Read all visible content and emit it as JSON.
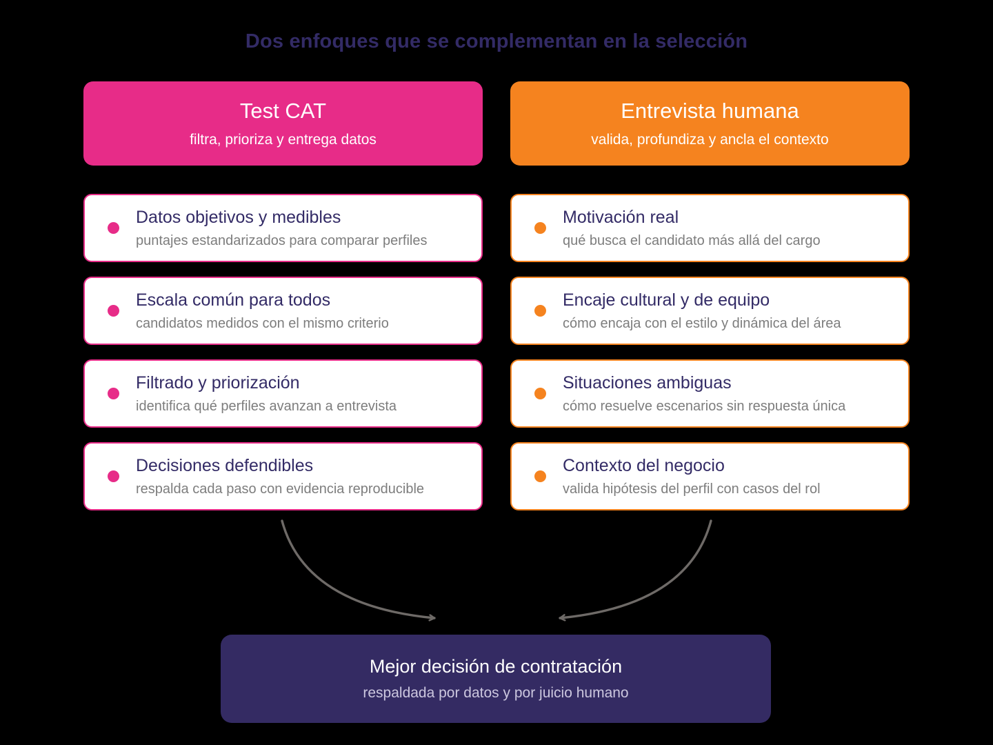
{
  "title": "Dos enfoques que se complementan en la selección",
  "colors": {
    "background": "#000000",
    "pink_accent": "#E72C88",
    "orange_accent": "#F5831F",
    "heading_navy": "#332B66",
    "subtitle_gray": "#7D7D7D",
    "card_background": "#FFFFFF",
    "arrow_gray": "#6E6A67",
    "result_background": "#342B63",
    "result_subtitle_color": "#CCC7DF"
  },
  "columns": [
    {
      "id": "test-cat",
      "accent": "#E72C88",
      "header": {
        "title": "Test CAT",
        "subtitle": "filtra, prioriza y entrega datos"
      },
      "items": [
        {
          "title": "Datos objetivos y medibles",
          "subtitle": "puntajes estandarizados para comparar perfiles"
        },
        {
          "title": "Escala común para todos",
          "subtitle": "candidatos medidos con el mismo criterio"
        },
        {
          "title": "Filtrado y priorización",
          "subtitle": "identifica qué perfiles avanzan a entrevista"
        },
        {
          "title": "Decisiones defendibles",
          "subtitle": "respalda cada paso con evidencia reproducible"
        }
      ]
    },
    {
      "id": "entrevista-humana",
      "accent": "#F5831F",
      "header": {
        "title": "Entrevista humana",
        "subtitle": "valida, profundiza y ancla el contexto"
      },
      "items": [
        {
          "title": "Motivación real",
          "subtitle": "qué busca el candidato más allá del cargo"
        },
        {
          "title": "Encaje cultural y de equipo",
          "subtitle": "cómo encaja con el estilo y dinámica del área"
        },
        {
          "title": "Situaciones ambiguas",
          "subtitle": "cómo resuelve escenarios sin respuesta única"
        },
        {
          "title": "Contexto del negocio",
          "subtitle": "valida hipótesis del perfil con casos del rol"
        }
      ]
    }
  ],
  "result": {
    "title": "Mejor decisión de contratación",
    "subtitle": "respaldada por datos y por juicio humano"
  }
}
